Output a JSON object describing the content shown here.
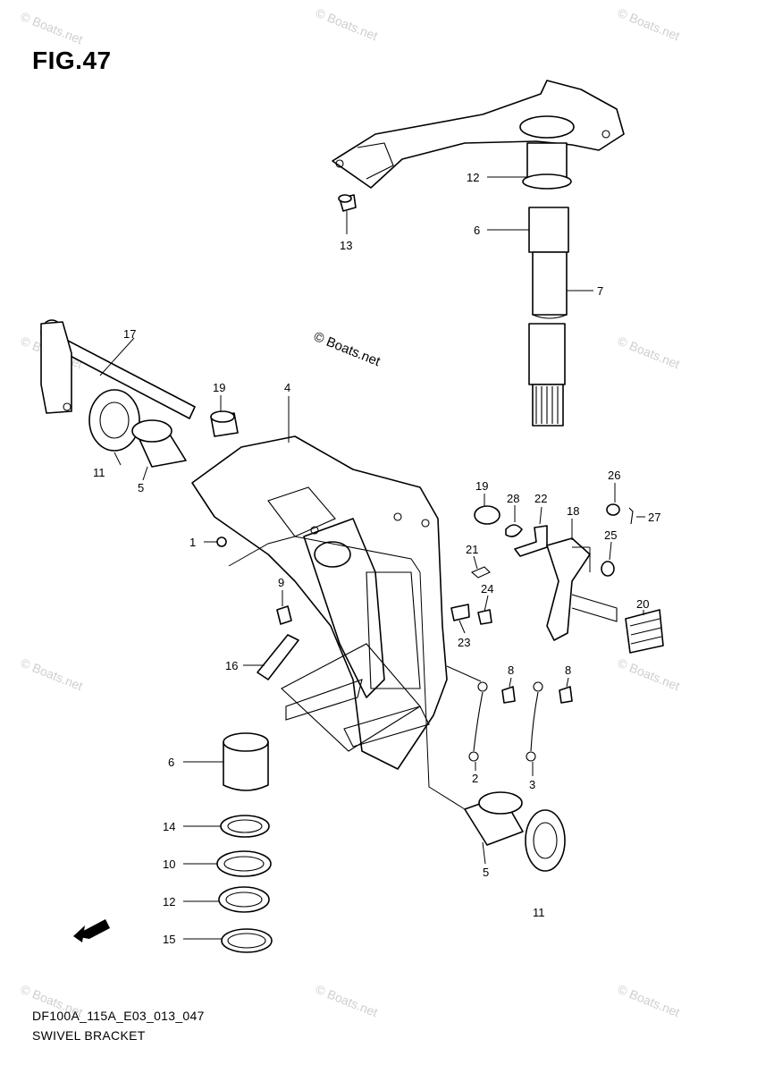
{
  "figure_label": "FIG.47",
  "footer": {
    "code": "DF100A_115A_E03_013_047",
    "name": "SWIVEL BRACKET"
  },
  "watermark": {
    "main": "© Boats.net",
    "faint": "© Boats.net"
  },
  "callouts": {
    "c12a": "12",
    "c13": "13",
    "c6a": "6",
    "c7": "7",
    "c17": "17",
    "c19a": "19",
    "c4": "4",
    "c11a": "11",
    "c5a": "5",
    "c1": "1",
    "c19b": "19",
    "c28": "28",
    "c22": "22",
    "c18": "18",
    "c26": "26",
    "c27": "27",
    "c25": "25",
    "c21": "21",
    "c24": "24",
    "c23": "23",
    "c20": "20",
    "c9": "9",
    "c16": "16",
    "c8a": "8",
    "c8b": "8",
    "c2": "2",
    "c3": "3",
    "c6b": "6",
    "c14": "14",
    "c10": "10",
    "c12b": "12",
    "c15": "15",
    "c5b": "5",
    "c11b": "11"
  }
}
